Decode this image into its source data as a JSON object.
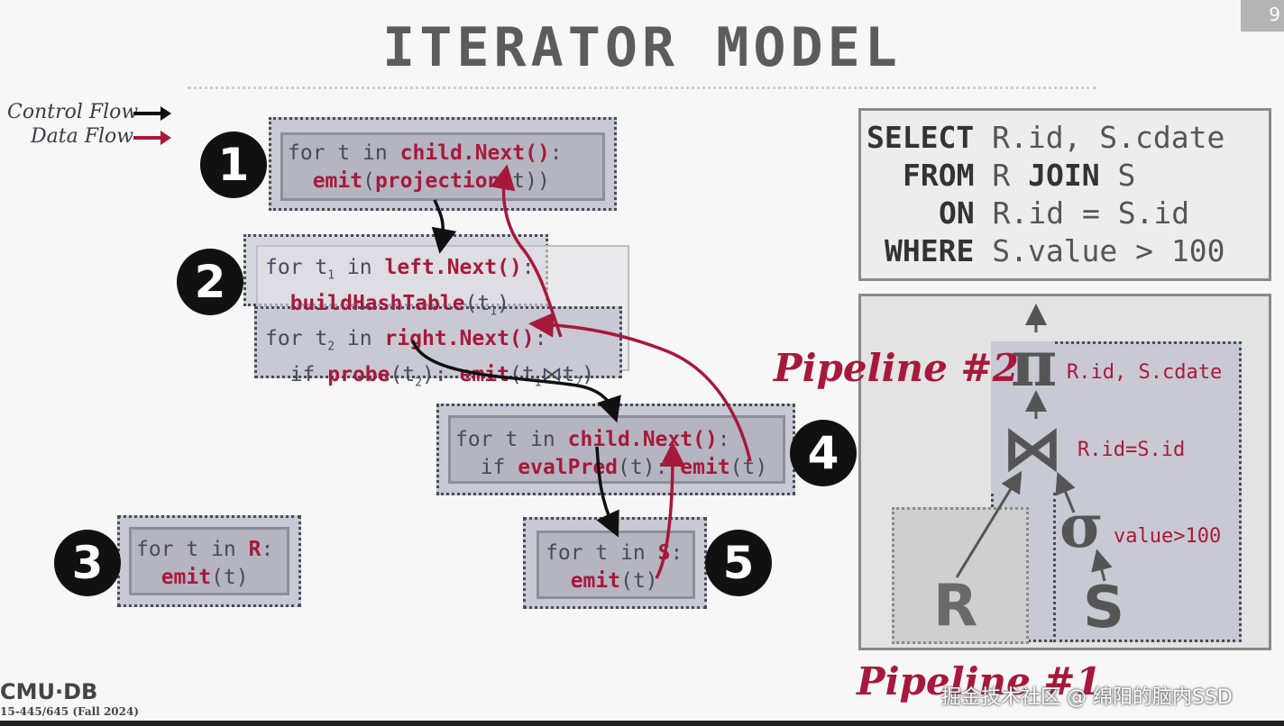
{
  "page_number": "9",
  "title": "ITERATOR MODEL",
  "legend": {
    "control_flow": "Control Flow",
    "data_flow": "Data Flow"
  },
  "colors": {
    "control": "#111111",
    "data": "#a7193a",
    "box_fill": "#c9c9d4",
    "inner_fill": "#b5b5c2"
  },
  "operators": {
    "op1": {
      "number": "1",
      "line1_a": "for t in ",
      "line1_b": "child.Next()",
      "line1_c": ":",
      "line2_a": "emit",
      "line2_b": "(",
      "line2_c": "projection",
      "line2_d": "(t))"
    },
    "op2": {
      "number": "2",
      "line1_a": "for t",
      "line1_sub": "1",
      "line1_b": " in ",
      "line1_c": "left.Next()",
      "line1_d": ":",
      "line2_a": "buildHashTable",
      "line2_b": "(t",
      "line2_sub": "1",
      "line2_c": ")",
      "line3_a": "for t",
      "line3_sub": "2",
      "line3_b": " in ",
      "line3_c": "right.Next()",
      "line3_d": ":",
      "line4_a": "if ",
      "line4_b": "probe",
      "line4_c": "(t",
      "line4_sub": "2",
      "line4_d": "): ",
      "line4_e": "emit",
      "line4_f": "(t",
      "line4_sub2": "1",
      "line4_g": "⋈t",
      "line4_sub3": "2",
      "line4_h": ")"
    },
    "op3": {
      "number": "3",
      "line1_a": "for t in ",
      "line1_b": "R",
      "line1_c": ":",
      "line2_a": "emit",
      "line2_b": "(t)"
    },
    "op4": {
      "number": "4",
      "line1_a": "for t in ",
      "line1_b": "child.Next()",
      "line1_c": ":",
      "line2_a": "if ",
      "line2_b": "evalPred",
      "line2_c": "(t): ",
      "line2_d": "emit",
      "line2_e": "(t)"
    },
    "op5": {
      "number": "5",
      "line1_a": "for t in ",
      "line1_b": "S",
      "line1_c": ":",
      "line2_a": "emit",
      "line2_b": "(t)"
    }
  },
  "sql": {
    "l1_kw": "SELECT",
    "l1_rest": " R.id, S.cdate",
    "l2_kw": "FROM",
    "l2_a": " R ",
    "l2_kw2": "JOIN",
    "l2_b": " S",
    "l3_kw": "ON",
    "l3_rest": " R.id = S.id",
    "l4_kw": "WHERE",
    "l4_rest": " S.value > 100"
  },
  "plan": {
    "projection_symbol": "π",
    "projection_label": "R.id, S.cdate",
    "join_symbol": "⋈",
    "join_label": "R.id=S.id",
    "select_symbol": "σ",
    "select_label": "value>100",
    "rel_r": "R",
    "rel_s": "S"
  },
  "pipelines": {
    "p2": "Pipeline #2",
    "p1": "Pipeline #1"
  },
  "footer": {
    "logo": "CMU·DB",
    "course": "15-445/645 (Fall 2024)",
    "watermark": "掘金技术社区 @ 绵阳的脑内SSD"
  }
}
